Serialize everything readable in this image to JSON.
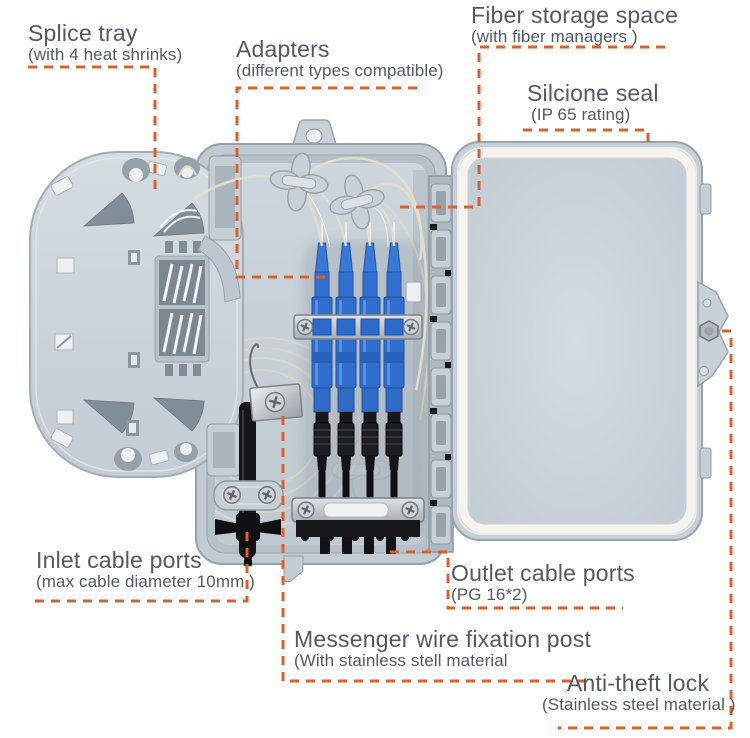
{
  "figure": {
    "type": "annotated-product-diagram",
    "product": "fiber optic distribution box (open, with splice tray, SC adapters and cover)"
  },
  "colors": {
    "leader_line": "#d8622e",
    "label_text": "#54595f",
    "adapter_blue": "#2f6ecd",
    "plastic_gray": "#c7cfd6",
    "seal_white": "#f4f3ee",
    "connector_black": "#17171b",
    "background": "#ffffff"
  },
  "labels": {
    "splice_tray": {
      "title": "Splice tray",
      "subtitle": "(with 4 heat shrinks)"
    },
    "adapters": {
      "title": "Adapters",
      "subtitle": "(different types compatible)"
    },
    "fiber_storage": {
      "title": "Fiber storage space",
      "subtitle": "(with fiber managers )"
    },
    "silicone_seal": {
      "title": "Silcione seal",
      "subtitle": "(IP 65 rating)"
    },
    "inlet_ports": {
      "title": "Inlet cable ports",
      "subtitle": "(max cable diameter 10mm )"
    },
    "outlet_ports": {
      "title": "Outlet cable ports",
      "subtitle": "(PG 16*2)"
    },
    "messenger_post": {
      "title": "Messenger wire fixation post",
      "subtitle": "(With stainless stell material"
    },
    "anti_theft_lock": {
      "title": "Anti-theft lock",
      "subtitle": "(Stainless steel material )"
    }
  }
}
